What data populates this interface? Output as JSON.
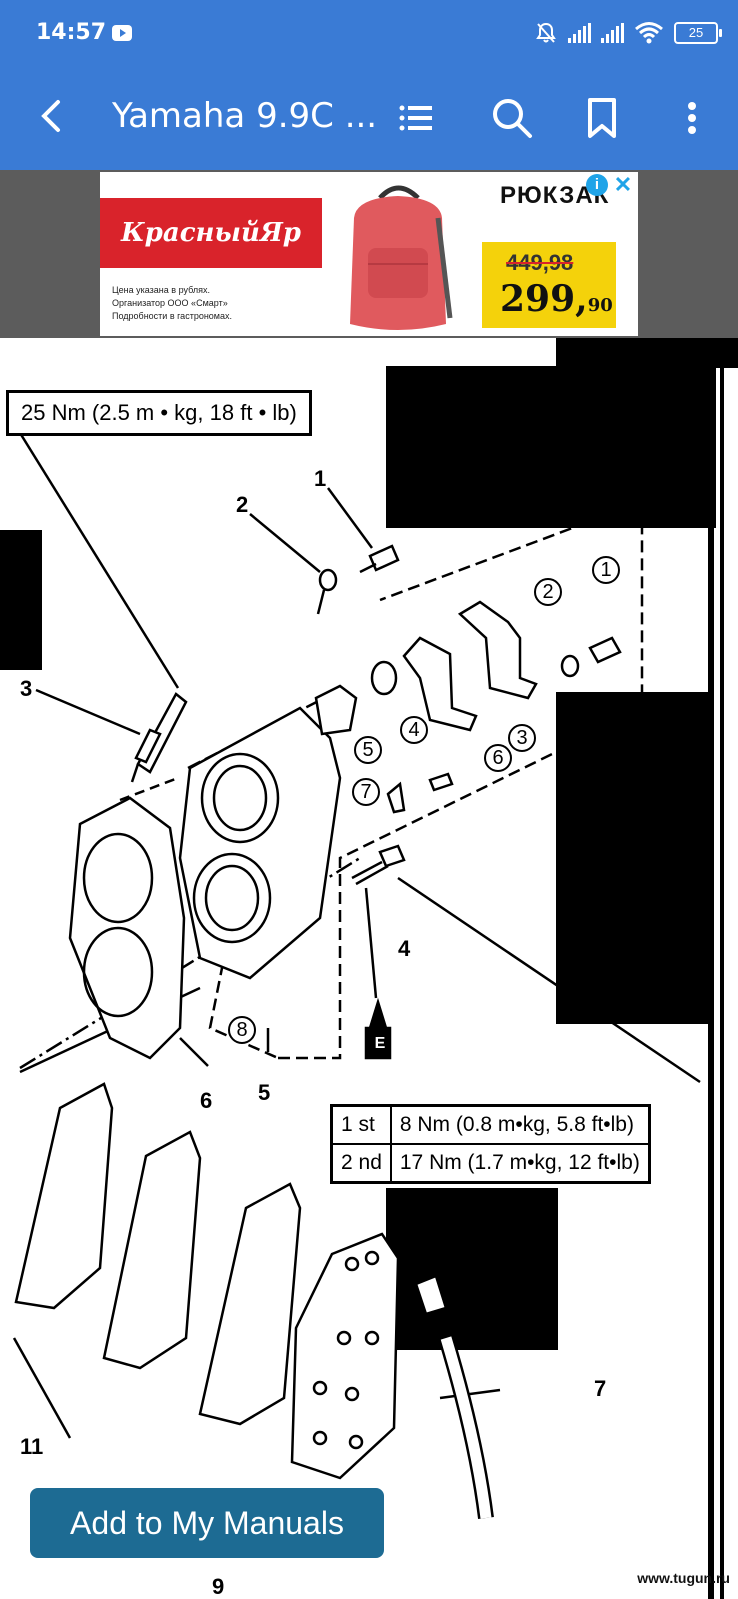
{
  "status_bar": {
    "time": "14:57",
    "battery": "25"
  },
  "app_bar": {
    "title": "Yamaha 9.9C ..."
  },
  "ad": {
    "brand": "КрасныйЯр",
    "fine_print": [
      "Цена указана в рублях.",
      "Организатор ООО «Смарт»",
      "Подробности в гастрономах."
    ],
    "product": "РЮКЗАК",
    "old_price": "449,98",
    "new_price_main": "299,",
    "new_price_cents": "90",
    "info_glyph": "i",
    "close_glyph": "✕"
  },
  "diagram": {
    "torque_top": "25 Nm (2.5 m • kg, 18 ft • lb)",
    "torque_table": [
      [
        "1 st",
        "8 Nm (0.8 m•kg, 5.8 ft•lb)"
      ],
      [
        "2 nd",
        "17 Nm (1.7 m•kg, 12 ft•lb)"
      ]
    ],
    "callouts": [
      "1",
      "2",
      "3",
      "4",
      "5",
      "6",
      "7",
      "11",
      "9"
    ],
    "circled": [
      "①",
      "②",
      "③",
      "④",
      "⑤",
      "⑥",
      "⑦",
      "⑧"
    ],
    "sealant_mark": "E"
  },
  "add_button": "Add to My Manuals",
  "watermark": "www.tugun.ru"
}
